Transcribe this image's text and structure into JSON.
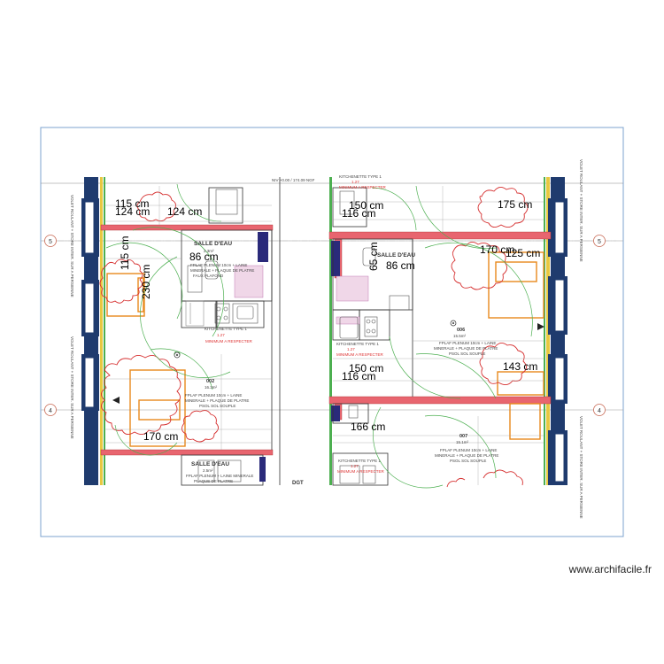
{
  "watermark": "www.archifacile.fr",
  "level_label": "NIV +0.00 / 174.09 NGF",
  "axis_markers": {
    "five": "5",
    "four": "4"
  },
  "rooms": {
    "salle_eau_1": {
      "title": "SALLE D'EAU",
      "area": "2.3m²",
      "note1": "FPLAF PLENUM 10cm + LAINE",
      "note2": "MINERALE + PLAQUE DE PLATRE",
      "note3": "FAUX PLAFOND"
    },
    "salle_eau_2": {
      "title": "SALLE D'EAU",
      "area": "2.5m²",
      "note1": "FPLAF PLENUM + LAINE MINERALE",
      "note2": "PLAQUE DE PLATRE"
    },
    "salle_eau_3": {
      "title": "SALLE D'EAU"
    },
    "kitchen_1": {
      "title": "KITCHENETTE TYPE 1",
      "value": "1.27",
      "note": "MINIMUM A RESPECTER"
    },
    "kitchen_2": {
      "title": "KITCHENETTE TYPE 1",
      "value": "1.27",
      "note": "MINIMUM A RESPECTER"
    },
    "kitchen_3": {
      "title": "KITCHENETTE TYPE 1",
      "value": "1.27",
      "note": "MINIMUM A RESPECTER"
    },
    "kitchen_4": {
      "title": "KITCHENETTE TYPE 1",
      "value": "1.27",
      "note": "MINIMUM A RESPECTER"
    },
    "studio_002": {
      "number": "002",
      "area": "16.3m²",
      "note1": "FPLAF PLENUM 10cm + LAINE",
      "note2": "MINERALE + PLAQUE DE PLATRE",
      "note3": "PSOL SOL SOUPLE"
    },
    "studio_006": {
      "number": "006",
      "area": "15.5m²",
      "note1": "FPLAF PLENUM 10cm + LAINE",
      "note2": "MINERALE + PLAQUE DE PLATRE",
      "note3": "PSOL SOL SOUPLE"
    },
    "studio_007": {
      "number": "007",
      "area": "15.1m²",
      "note1": "FPLAF PLENUM 10cm + LAINE",
      "note2": "MINERALE + PLAQUE DE PLATRE",
      "note3": "PSOL SOL SOUPLE"
    },
    "dgt": {
      "label": "DGT"
    }
  },
  "facade_notes": {
    "left_1": "VOLET ROULANT + STORE INTER. SUR A PERSIENNE",
    "left_2": "VOLET ROULANT + STORE INTER. SUR A PERSIENNE",
    "right_1": "VOLET ROULANT + STORE INTER. SUR A PERSIENNE",
    "right_2": "VOLET ROULANT + STORE INTER. SUR A PERSIENNE"
  },
  "dimensions": {
    "d115a": "115 cm",
    "d124a": "124 cm",
    "d124b": "124 cm",
    "d115b": "115 cm",
    "d86a": "86 cm",
    "d230": "230 cm",
    "d170a": "170 cm",
    "d150a": "150 cm",
    "d116a": "116 cm",
    "d175": "175 cm",
    "d86b": "86 cm",
    "d65": "65 cm",
    "d170b": "170 cm",
    "d125": "125 cm",
    "d150b": "150 cm",
    "d116b": "116 cm",
    "d143": "143 cm",
    "d166": "166 cm"
  },
  "colors": {
    "wall_red": "#e8656f",
    "facade_blue": "#1f3b6e",
    "furniture_orange": "#e8891c",
    "grid_green": "#4caf50",
    "frame_blue": "#7ca3cf",
    "yellow": "#e8c840"
  }
}
